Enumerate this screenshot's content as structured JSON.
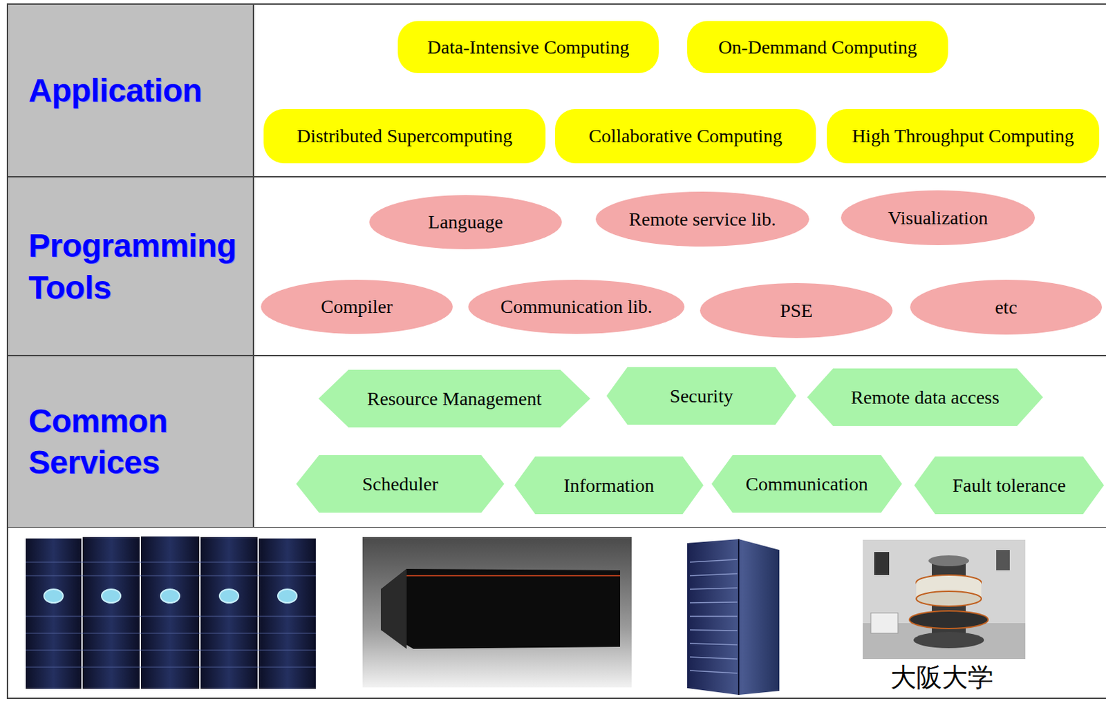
{
  "diagram": {
    "nodes": [
      {
        "text": [
          "Application"
        ]
      },
      {
        "text": [
          "Data-Intensive Computing"
        ],
        "in": 0
      },
      {
        "text": [
          "On-Demmand Computing"
        ],
        "in": 0
      },
      {
        "text": [
          "Distributed Supercomputing"
        ],
        "in": 0
      },
      {
        "text": [
          "Collaborative Computing"
        ],
        "in": 0
      },
      {
        "text": [
          "High Throughput Computing"
        ],
        "in": 0
      },
      {
        "text": [
          "Programming Tools"
        ]
      },
      {
        "text": [
          "Language"
        ],
        "in": 6
      },
      {
        "text": [
          "Remote service lib."
        ],
        "in": 6
      },
      {
        "text": [
          "Visualization"
        ],
        "in": 6
      },
      {
        "text": [
          "Compiler"
        ],
        "in": 6
      },
      {
        "text": [
          "Communication lib."
        ],
        "in": 6
      },
      {
        "text": [
          "PSE"
        ],
        "in": 6
      },
      {
        "text": [
          "etc"
        ],
        "in": 6
      },
      {
        "text": [
          "Common Services"
        ]
      },
      {
        "text": [
          "Resource Management"
        ],
        "in": 14
      },
      {
        "text": [
          "Security"
        ],
        "in": 14
      },
      {
        "text": [
          "Remote data access"
        ],
        "in": 14
      },
      {
        "text": [
          "Scheduler"
        ],
        "in": 14
      },
      {
        "text": [
          "Information"
        ],
        "in": 14
      },
      {
        "text": [
          "Communication"
        ],
        "in": 14
      },
      {
        "text": [
          "Fault tolerance"
        ],
        "in": 14
      }
    ],
    "labels": [
      "大阪大学"
    ]
  }
}
